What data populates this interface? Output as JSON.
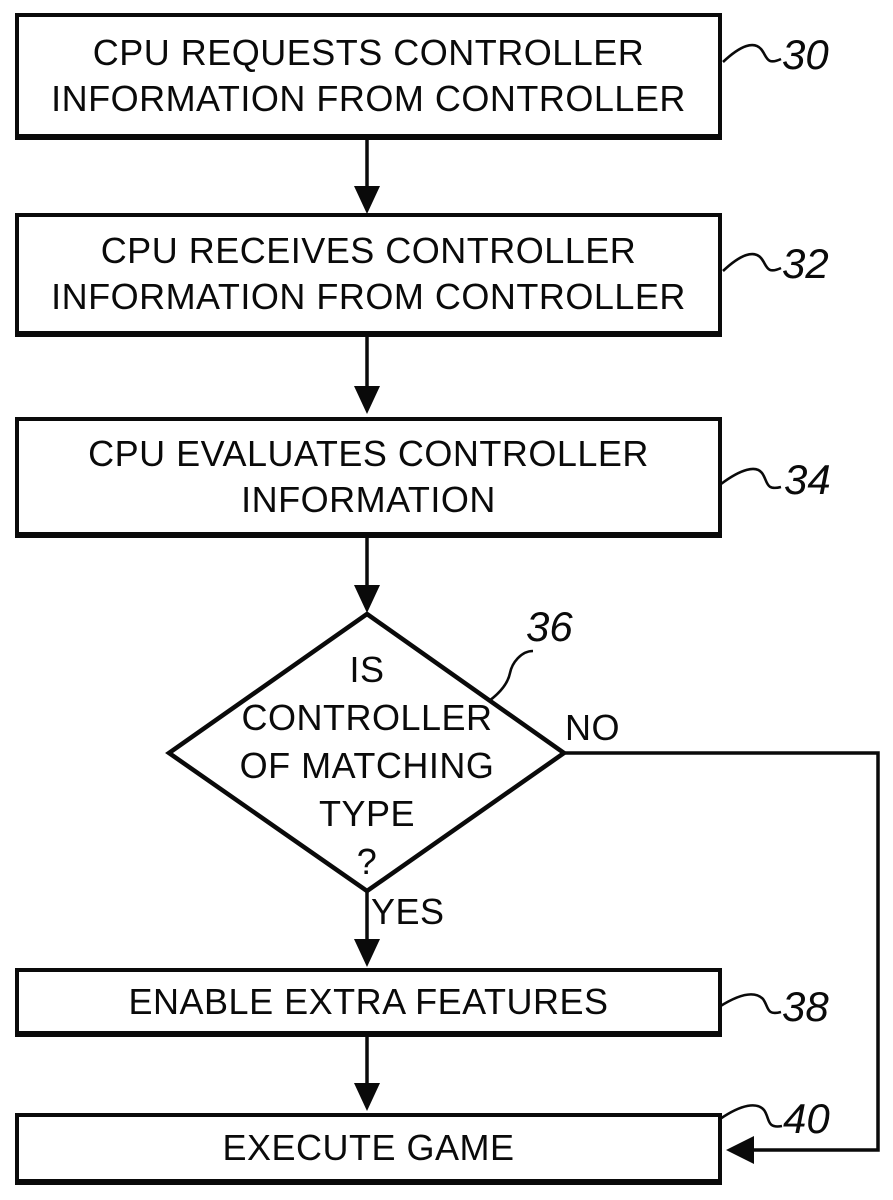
{
  "palette": {
    "background": "#ffffff",
    "ink": "#0a0a0a"
  },
  "nodes": {
    "n30": {
      "ref": "30",
      "line1": "CPU REQUESTS CONTROLLER",
      "line2": "INFORMATION FROM CONTROLLER"
    },
    "n32": {
      "ref": "32",
      "line1": "CPU RECEIVES CONTROLLER",
      "line2": "INFORMATION FROM CONTROLLER"
    },
    "n34": {
      "ref": "34",
      "line1": "CPU EVALUATES CONTROLLER",
      "line2": "INFORMATION"
    },
    "n36": {
      "ref": "36",
      "line1": "IS",
      "line2": "CONTROLLER",
      "line3": "OF MATCHING",
      "line4": "TYPE",
      "line5": "?"
    },
    "n38": {
      "ref": "38",
      "line1": "ENABLE EXTRA FEATURES"
    },
    "n40": {
      "ref": "40",
      "line1": "EXECUTE GAME"
    }
  },
  "branches": {
    "yes": "YES",
    "no": "NO"
  }
}
